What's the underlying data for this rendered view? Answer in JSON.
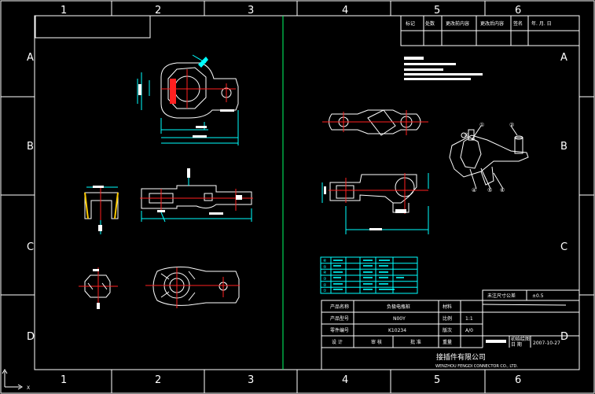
{
  "zones": {
    "columns": [
      "1",
      "2",
      "3",
      "4",
      "5",
      "6"
    ],
    "rows": [
      "A",
      "B",
      "C",
      "D"
    ]
  },
  "revision_table": {
    "headers": [
      "标记",
      "处数",
      "更改前内容",
      "更改后内容",
      "签名",
      "年. 月. 日"
    ]
  },
  "parts_table": {
    "rows": [
      [
        "⑥",
        "",
        "",
        "",
        "",
        ""
      ],
      [
        "⑤",
        "",
        "",
        "",
        "",
        ""
      ],
      [
        "④",
        "",
        "",
        "",
        "",
        ""
      ],
      [
        "③",
        "",
        "",
        "",
        "",
        ""
      ],
      [
        "②",
        "",
        "",
        "",
        "",
        ""
      ],
      [
        "①",
        "",
        "",
        "",
        "",
        ""
      ]
    ]
  },
  "title_block": {
    "tolerance_label": "未注尺寸公差",
    "tolerance_value": "±0.5",
    "product_name_label": "产品名称",
    "product_name_value": "负极电瓶桩",
    "material_label": "材料",
    "product_model_label": "产品型号",
    "product_model_value": "N00Y",
    "scale_label": "比例",
    "scale_value": "1:1",
    "part_number_label": "零件编号",
    "part_number_value": "K10234",
    "version_label": "版次",
    "version_value": "A/0",
    "design_label": "设  计",
    "review_label": "审  核",
    "approve_label": "批  准",
    "weight_label": "重量",
    "date_label": "日  期",
    "drawing_label": "初始绘图",
    "date_value": "2007-10-27",
    "company_cn": "接插件有限公司",
    "company_en": "WENZHOU FENGDI CONNECTOR CO., LTD."
  },
  "balloons": [
    "①",
    "②",
    "③",
    "④",
    "⑤",
    "⑥"
  ]
}
